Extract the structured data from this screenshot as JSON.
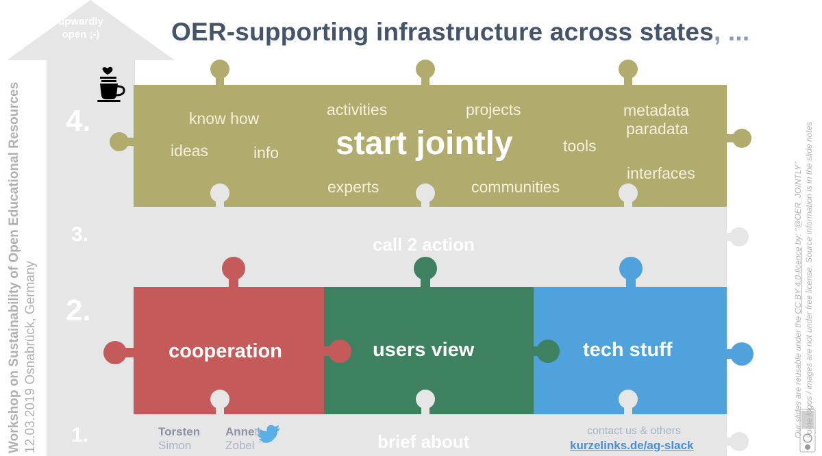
{
  "title": {
    "main": "OER-supporting infrastructure across states",
    "suffix": ", ..."
  },
  "arrow_label": {
    "line1": "upwardly",
    "line2": "open ;-)"
  },
  "levels": {
    "l4": "4.",
    "l3": "3.",
    "l2": "2.",
    "l1": "1."
  },
  "level4": {
    "main": "start jointly",
    "words": {
      "know_how": "know how",
      "activities": "activities",
      "projects": "projects",
      "metadata": "metadata",
      "paradata": "paradata",
      "ideas": "ideas",
      "info": "info",
      "tools": "tools",
      "interfaces": "interfaces",
      "experts": "experts",
      "communities": "communities"
    }
  },
  "level3": {
    "label": "call 2 action"
  },
  "level2": {
    "cooperation": "cooperation",
    "users_view": "users view",
    "tech_stuff": "tech stuff"
  },
  "level1": {
    "brief": "brief about",
    "person1_first": "Torsten",
    "person1_last": "Simon",
    "person2_first_a": "Anne",
    "person2_first_b": "tt",
    "person2_last": "Zobel",
    "contact": "contact us & others",
    "link": "kurzelinks.de/ag-slack"
  },
  "left_vertical": {
    "line1": "Workshop on Sustainability of Open Educational Resources",
    "line2": "12.03.2019 Osnabrück, Germany"
  },
  "right_vertical": {
    "line1_a": "Our  slides are reusable under the ",
    "line1_link": "CC BY 4.0-licence",
    "line1_b": "  by: \"@OER_JOINTLY\"",
    "line2": "some logos / images are not under free license. Source information is  in the slide notes"
  },
  "icons": {
    "coffee": "coffee-cup-icon",
    "twitter": "twitter-bird-icon",
    "cc_badge": "cc-license-badge-icon"
  },
  "colors": {
    "olive": "#b1ac6e",
    "red": "#c55a5a",
    "green": "#3e8161",
    "blue": "#4fa2dc",
    "grey": "#e6e6e6",
    "title": "#44546a",
    "link": "#4a8fd6"
  }
}
